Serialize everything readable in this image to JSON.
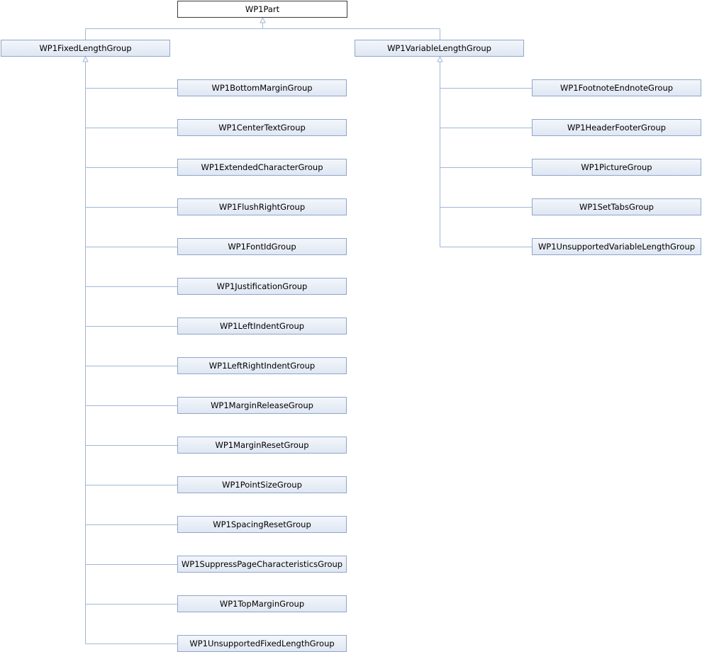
{
  "nodes": {
    "root": "WP1Part",
    "fixed": "WP1FixedLengthGroup",
    "variable": "WP1VariableLengthGroup",
    "fixed_children": [
      "WP1BottomMarginGroup",
      "WP1CenterTextGroup",
      "WP1ExtendedCharacterGroup",
      "WP1FlushRightGroup",
      "WP1FontIdGroup",
      "WP1JustificationGroup",
      "WP1LeftIndentGroup",
      "WP1LeftRightIndentGroup",
      "WP1MarginReleaseGroup",
      "WP1MarginResetGroup",
      "WP1PointSizeGroup",
      "WP1SpacingResetGroup",
      "WP1SuppressPageCharacteristicsGroup",
      "WP1TopMarginGroup",
      "WP1UnsupportedFixedLengthGroup"
    ],
    "variable_children": [
      "WP1FootnoteEndnoteGroup",
      "WP1HeaderFooterGroup",
      "WP1PictureGroup",
      "WP1SetTabsGroup",
      "WP1UnsupportedVariableLengthGroup"
    ]
  },
  "colors": {
    "edge": "#9fb8d6",
    "node_border": "#8fa6c9",
    "root_border": "#3a3a3a"
  }
}
